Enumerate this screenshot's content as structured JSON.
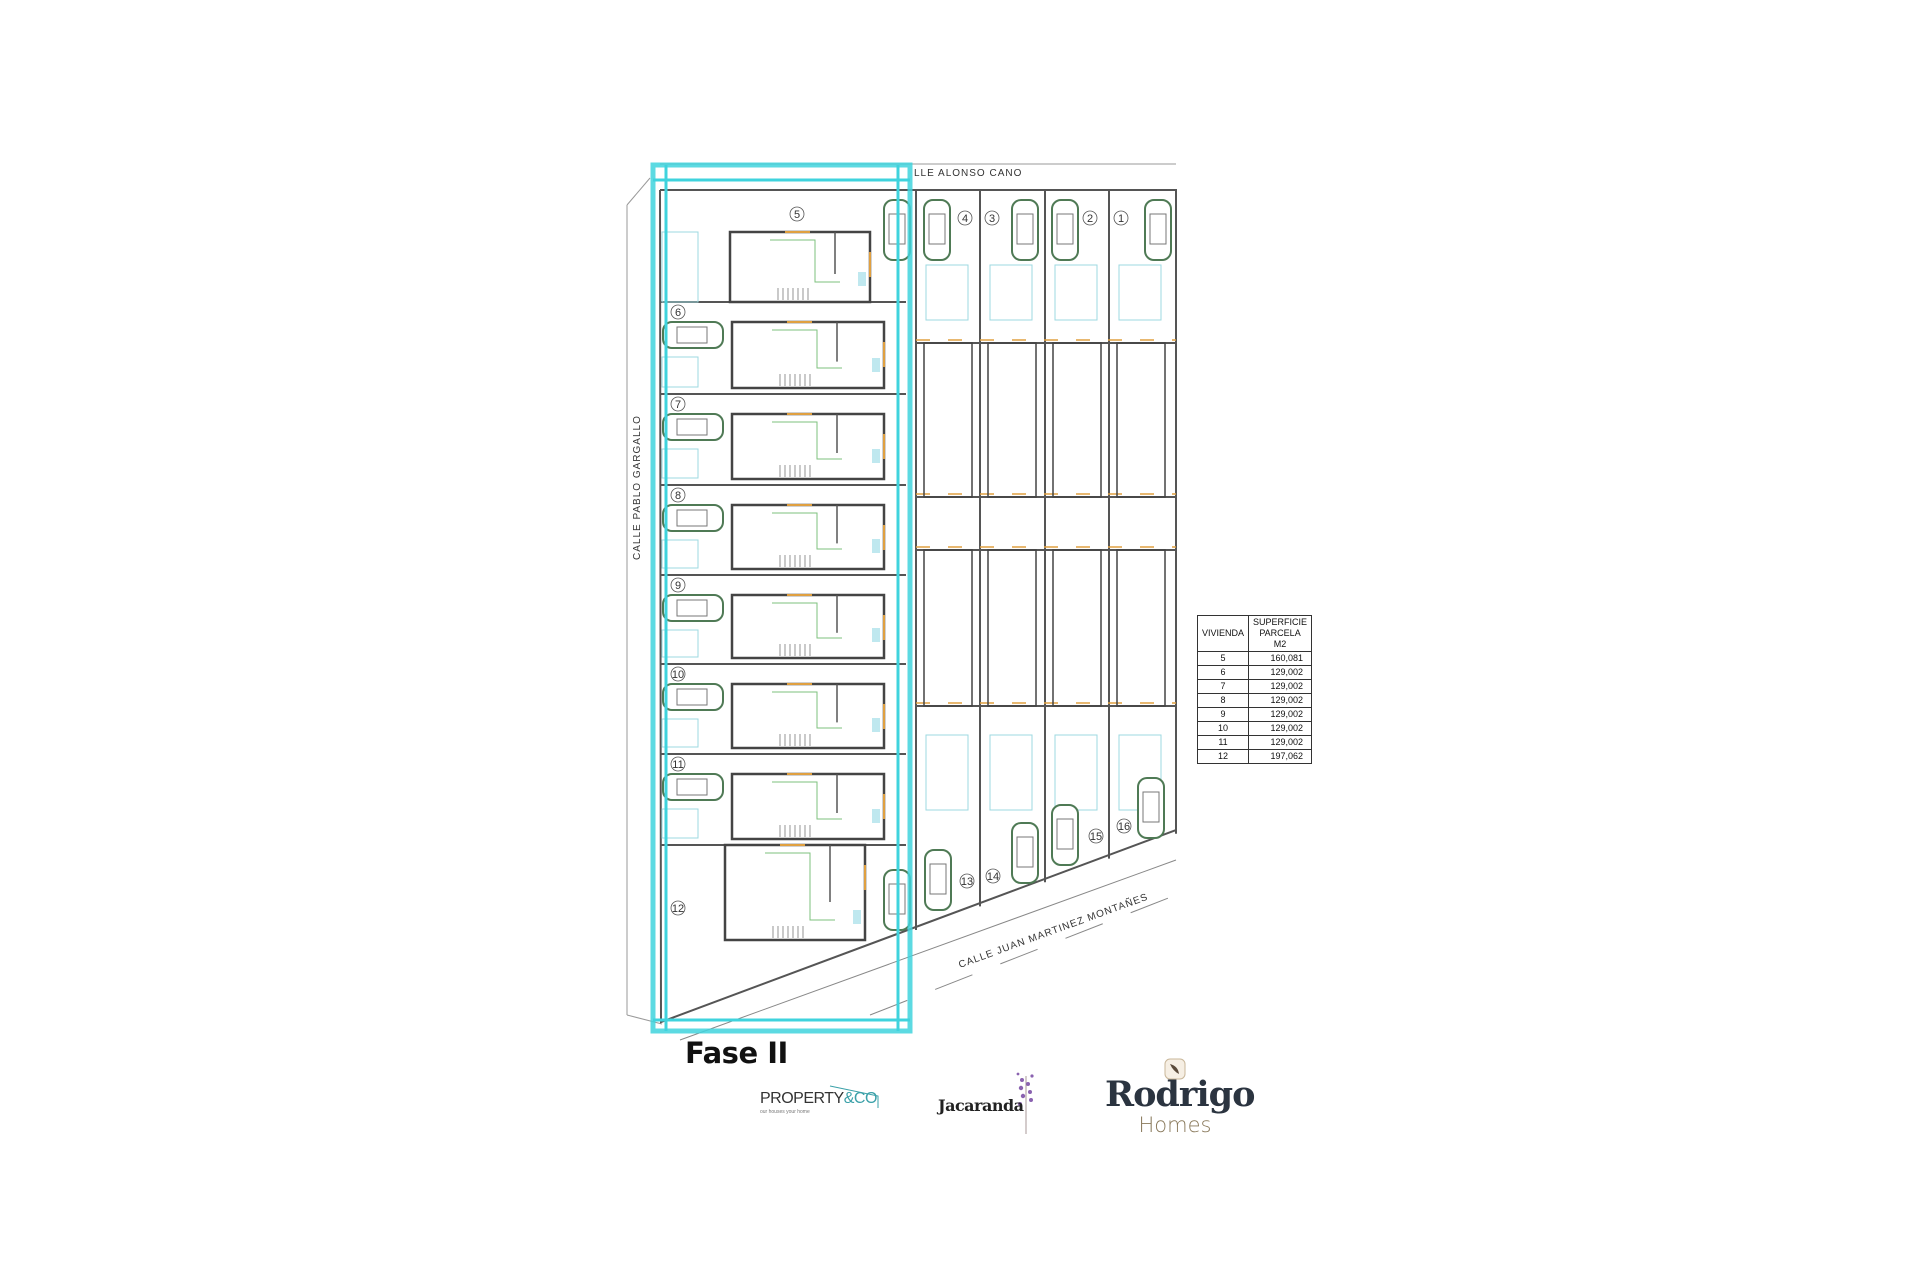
{
  "plan": {
    "streets": {
      "north": "LLE ALONSO CANO",
      "west": "CALLE PABLO GARGALLO",
      "south": "CALLE JUAN MARTINEZ MONTAÑES"
    },
    "highlight_color": "#3fd3dd",
    "units_right_top": [
      "4",
      "3",
      "2",
      "1"
    ],
    "units_right_bottom": [
      "13",
      "14",
      "15",
      "16"
    ],
    "units_left": [
      "5",
      "6",
      "7",
      "8",
      "9",
      "10",
      "11",
      "12"
    ]
  },
  "phase_label": "Fase II",
  "table": {
    "headers": [
      "VIVIENDA",
      "SUPERFICIE PARCELA M2"
    ],
    "rows": [
      [
        "5",
        "160,081"
      ],
      [
        "6",
        "129,002"
      ],
      [
        "7",
        "129,002"
      ],
      [
        "8",
        "129,002"
      ],
      [
        "9",
        "129,002"
      ],
      [
        "10",
        "129,002"
      ],
      [
        "11",
        "129,002"
      ],
      [
        "12",
        "197,062"
      ]
    ]
  },
  "logos": {
    "property": {
      "name": "PROPERTY",
      "amp": "&CO",
      "tagline": "our houses your home"
    },
    "jacaranda": {
      "name": "Jacaranda"
    },
    "rodrigo": {
      "name": "Rodrigo",
      "sub": "Homes"
    }
  }
}
